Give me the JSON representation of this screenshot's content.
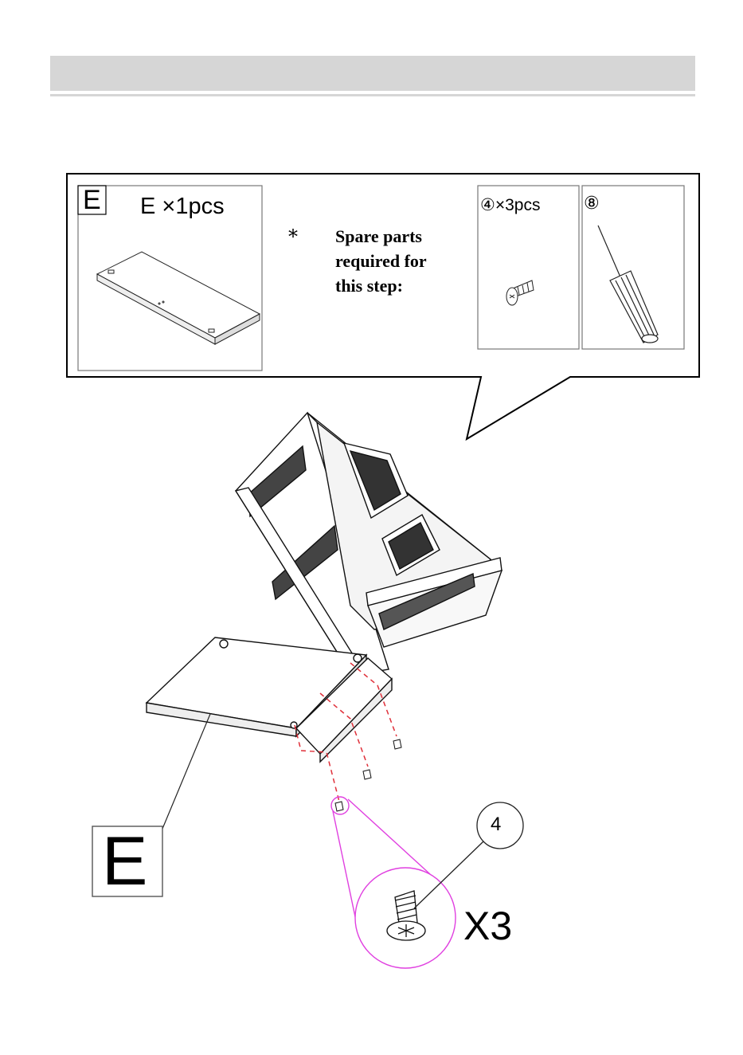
{
  "parts_box": {
    "part_letter": "E",
    "part_quantity": "E ×1pcs",
    "asterisk": "*",
    "spare_parts_lines": [
      "Spare parts",
      "required for",
      "this step:"
    ],
    "screw_quantity": "④×3pcs",
    "tool_number": "⑧"
  },
  "diagram": {
    "part_label": "E",
    "callout_number": "4",
    "multiplier": "X3"
  },
  "colors": {
    "header_bar": "#d6d6d6",
    "dashed_guide": "#e0303a",
    "magnifier": "#e040e0"
  },
  "icons": [
    "screw-icon",
    "screwdriver-icon",
    "panel-e-icon",
    "cabinet-frame-icon"
  ]
}
